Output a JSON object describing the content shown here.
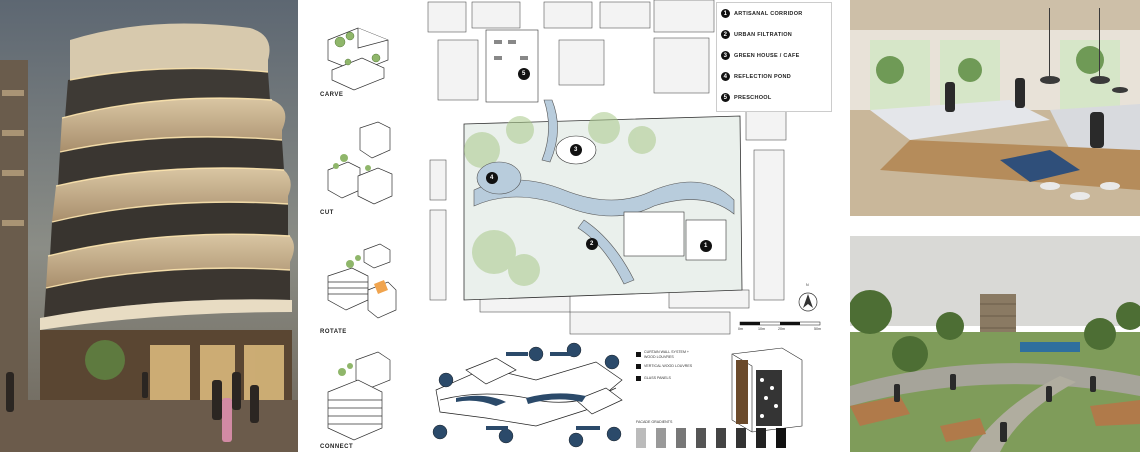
{
  "diagram_labels": {
    "carve": "CARVE",
    "cut": "CUT",
    "rotate": "ROTATE",
    "connect": "CONNECT"
  },
  "legend": [
    {
      "n": "1",
      "label": "ARTISANAL CORRIDOR"
    },
    {
      "n": "2",
      "label": "URBAN FILTRATION"
    },
    {
      "n": "3",
      "label": "GREEN HOUSE / CAFE"
    },
    {
      "n": "4",
      "label": "REFLECTION POND"
    },
    {
      "n": "5",
      "label": "PRESCHOOL"
    }
  ],
  "plan_numbers": [
    "1",
    "2",
    "3",
    "4",
    "5"
  ],
  "scale_bar": [
    "0m",
    "10m",
    "20m",
    "50m"
  ],
  "north_arrow": "N",
  "facade_notes": [
    "CURTAIN WALL SYSTEM +",
    "WOOD LOUVRES",
    "VERTICAL WOOD LOUVRES",
    "GLASS PANELS",
    "FACADE GRADIENTS"
  ],
  "colors": {
    "water": "#b8ccdc",
    "green": "#a9c98a",
    "plan_line": "#333333"
  }
}
